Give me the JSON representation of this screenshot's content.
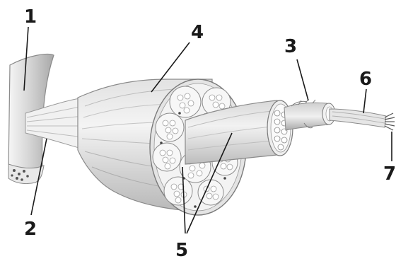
{
  "labels": {
    "l1": "1",
    "l2": "2",
    "l3": "3",
    "l4": "4",
    "l5": "5",
    "l6": "6",
    "l7": "7"
  },
  "colors": {
    "muscle_light": "#eeeeee",
    "muscle_mid": "#cfcfcf",
    "muscle_dark": "#9a9a9a",
    "outline": "#7a7a7a",
    "text": "#1a1a1a"
  }
}
